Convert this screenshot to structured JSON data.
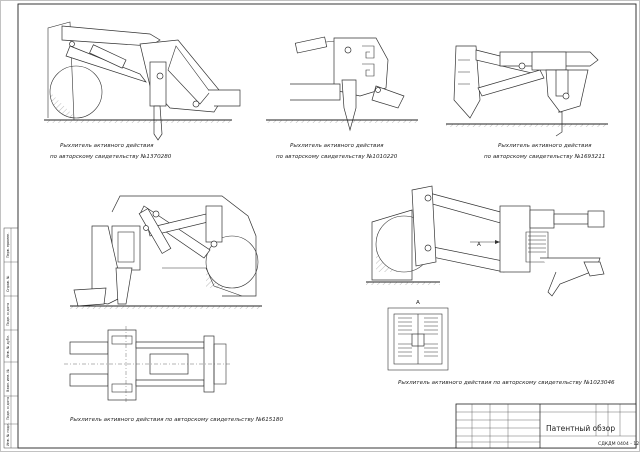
{
  "drawing": {
    "captions": {
      "top_left": [
        "Рыхлитель активного действия",
        "по авторскому свидетельству №1370280"
      ],
      "top_center": [
        "Рыхлитель активного действия",
        "по авторскому свидетельству №1010220"
      ],
      "top_right": [
        "Рыхлитель активного действия",
        "по авторскому свидетельству №1693211"
      ],
      "bottom_left": "Рыхлитель активного действия по авторскому свидетельству №615180",
      "bottom_right": "Рыхлитель активного действия по авторскому свидетельству №1023046"
    },
    "labels": {
      "arrow_a": "А",
      "view_a": "А"
    },
    "title_block": {
      "title": "Патентный обзор",
      "designation": "СДКДМ 0404 - 12"
    },
    "margin_stamps": [
      "Перв. примен.",
      "Справ. №",
      "Подп. и дата",
      "Инв. № дубл.",
      "Взам. инв. №",
      "Подп. и дата",
      "Инв. № подл."
    ]
  }
}
